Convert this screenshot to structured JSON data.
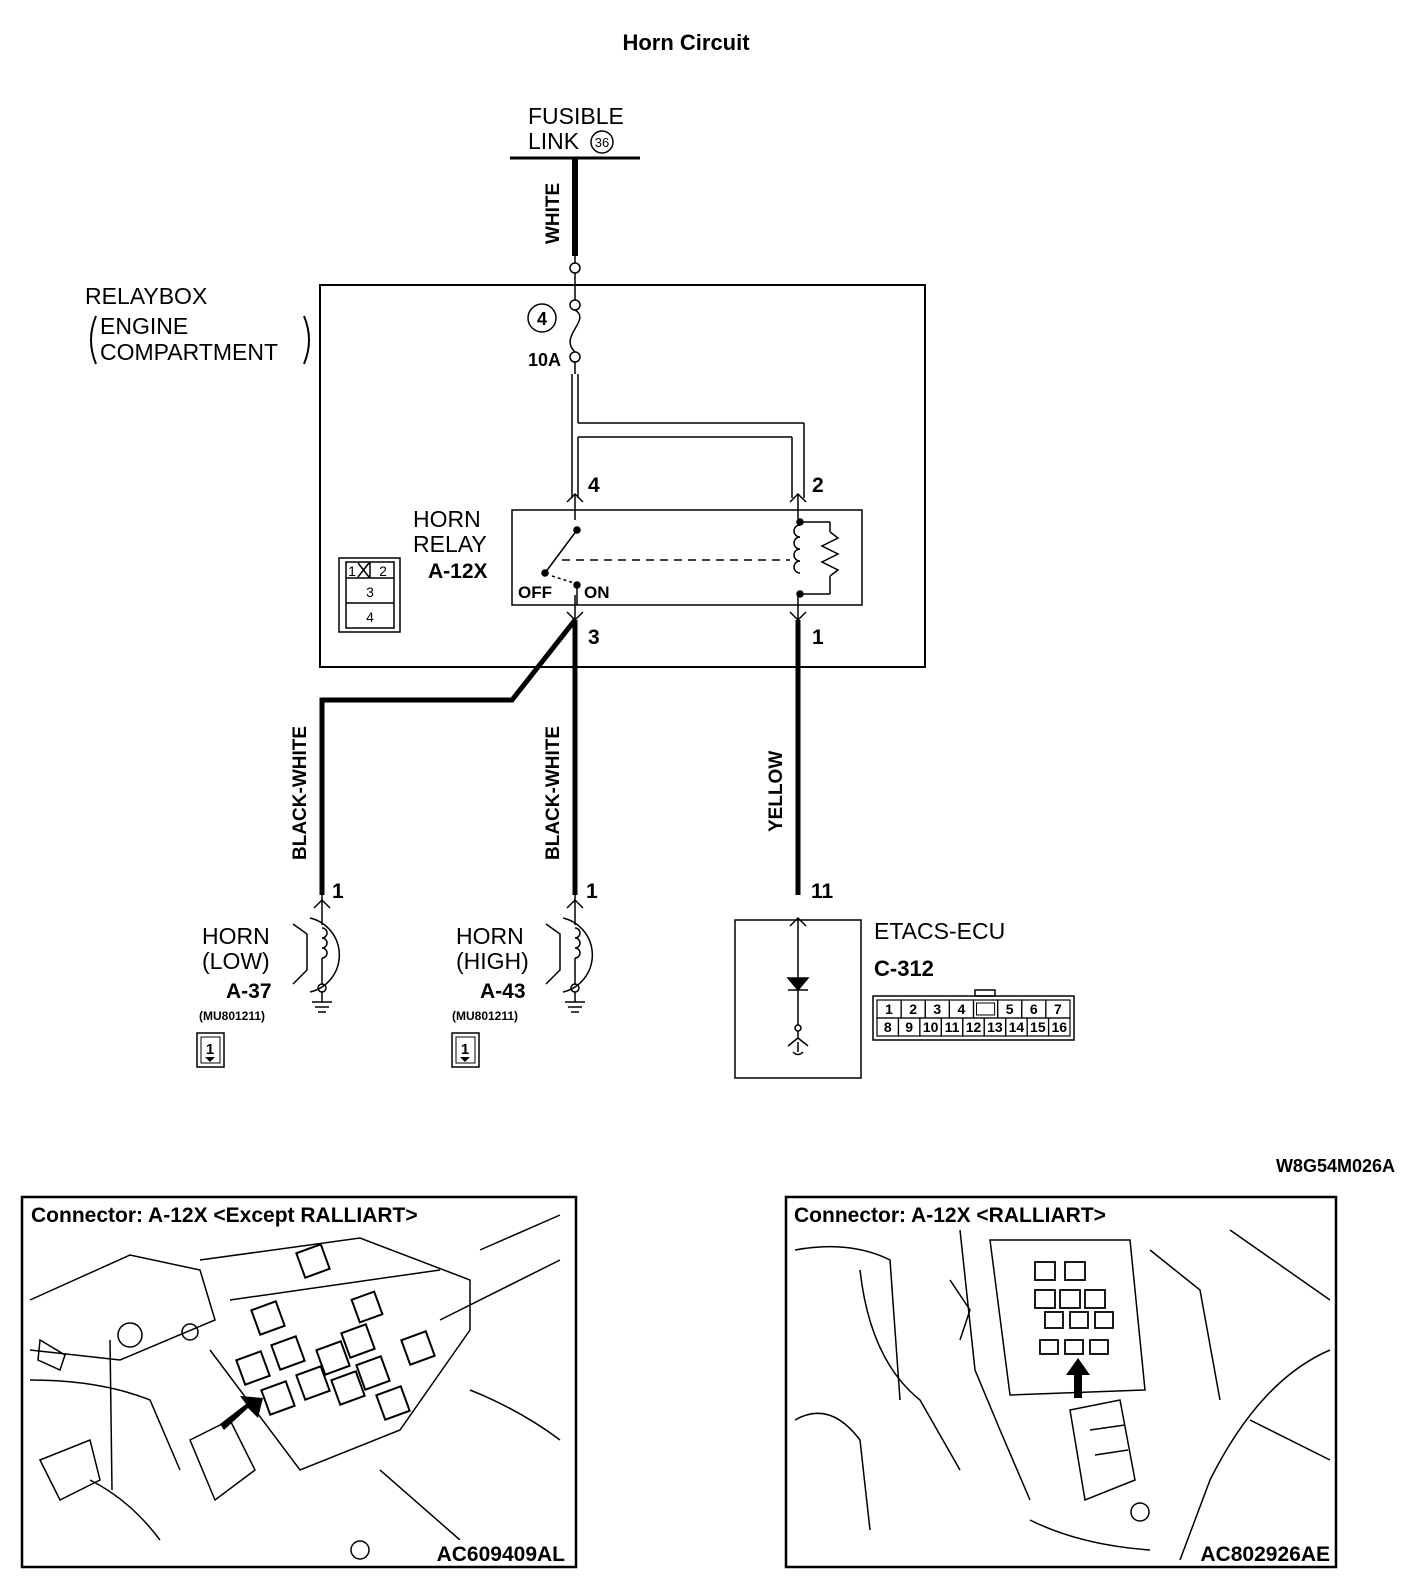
{
  "title": "Horn Circuit",
  "fusible_link": {
    "line1": "FUSIBLE",
    "line2": "LINK",
    "number": "36"
  },
  "wires": {
    "white": "WHITE",
    "black_white_low": "BLACK-WHITE",
    "black_white_high": "BLACK-WHITE",
    "yellow": "YELLOW"
  },
  "relaybox": {
    "line1": "RELAYBOX",
    "line2": "ENGINE",
    "line3": "COMPARTMENT"
  },
  "fuse": {
    "number": "4",
    "rating": "10A"
  },
  "horn_relay": {
    "line1": "HORN",
    "line2": "RELAY",
    "connector": "A-12X",
    "off_label": "OFF",
    "on_label": "ON",
    "pins": {
      "p4": "4",
      "p2": "2",
      "p3": "3",
      "p1": "1"
    },
    "connector_face": [
      "1",
      "2",
      "3",
      "4"
    ]
  },
  "horn_low": {
    "line1": "HORN",
    "line2": "(LOW)",
    "connector": "A-37",
    "part": "(MU801211)",
    "pin": "1",
    "ref": "1"
  },
  "horn_high": {
    "line1": "HORN",
    "line2": "(HIGH)",
    "connector": "A-43",
    "part": "(MU801211)",
    "pin": "1",
    "ref": "1"
  },
  "etacs": {
    "label": "ETACS-ECU",
    "connector": "C-312",
    "pin": "11",
    "face_row1": [
      "1",
      "2",
      "3",
      "4",
      "",
      "5",
      "6",
      "7"
    ],
    "face_row2": [
      "8",
      "9",
      "10",
      "11",
      "12",
      "13",
      "14",
      "15",
      "16"
    ]
  },
  "drawing_code": "W8G54M026A",
  "photo_left": {
    "title": "Connector: A-12X <Except RALLIART>",
    "code": "AC609409AL"
  },
  "photo_right": {
    "title": "Connector: A-12X <RALLIART>",
    "code": "AC802926AE"
  }
}
